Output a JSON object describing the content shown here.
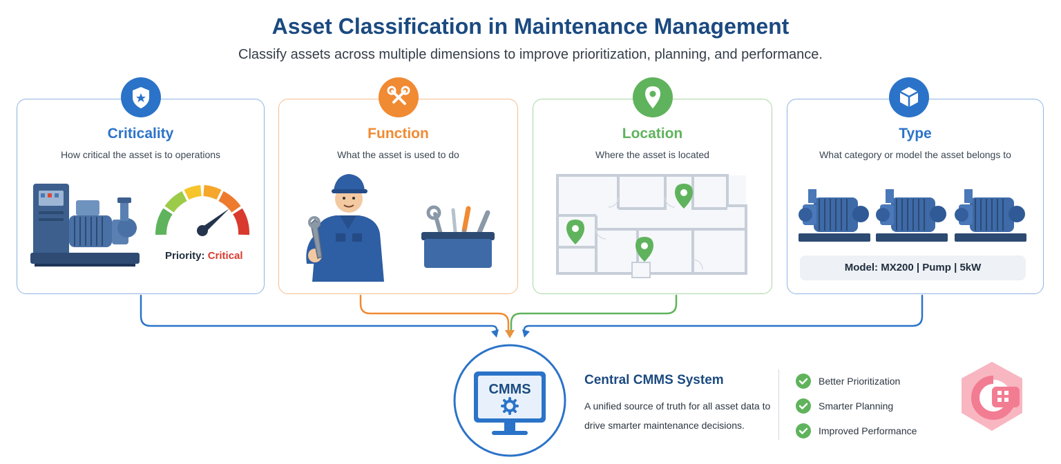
{
  "header": {
    "title": "Asset Classification in Maintenance Management",
    "subtitle": "Classify assets across multiple dimensions to improve prioritization, planning, and performance."
  },
  "dimensions": [
    {
      "id": "criticality",
      "title": "Criticality",
      "description": "How critical the asset is to operations",
      "color": "#2b73c8",
      "icon": "shield-star-icon"
    },
    {
      "id": "function",
      "title": "Function",
      "description": "What the asset is used to do",
      "color": "#f08a33",
      "icon": "tools-icon"
    },
    {
      "id": "location",
      "title": "Location",
      "description": "Where the asset is located",
      "color": "#5fb35c",
      "icon": "map-pin-icon"
    },
    {
      "id": "type",
      "title": "Type",
      "description": "What category or model the asset belongs to",
      "color": "#2b73c8",
      "icon": "cube-icon"
    }
  ],
  "criticality_panel": {
    "priority_label": "Priority:",
    "priority_value": "Critical",
    "priority_color": "#d83a2e"
  },
  "type_panel": {
    "model_text": "Model: MX200 | Pump | 5kW"
  },
  "cmms": {
    "screen_label": "CMMS",
    "title": "Central CMMS System",
    "description": "A unified source of truth for all asset data to drive smarter maintenance decisions.",
    "benefits": [
      "Better Prioritization",
      "Smarter Planning",
      "Improved Performance"
    ]
  },
  "colors": {
    "title": "#1b4a80",
    "blue": "#2b73c8",
    "orange": "#f08a33",
    "green": "#5fb35c",
    "check": "#5fb35c",
    "logo": "#f27c92"
  }
}
